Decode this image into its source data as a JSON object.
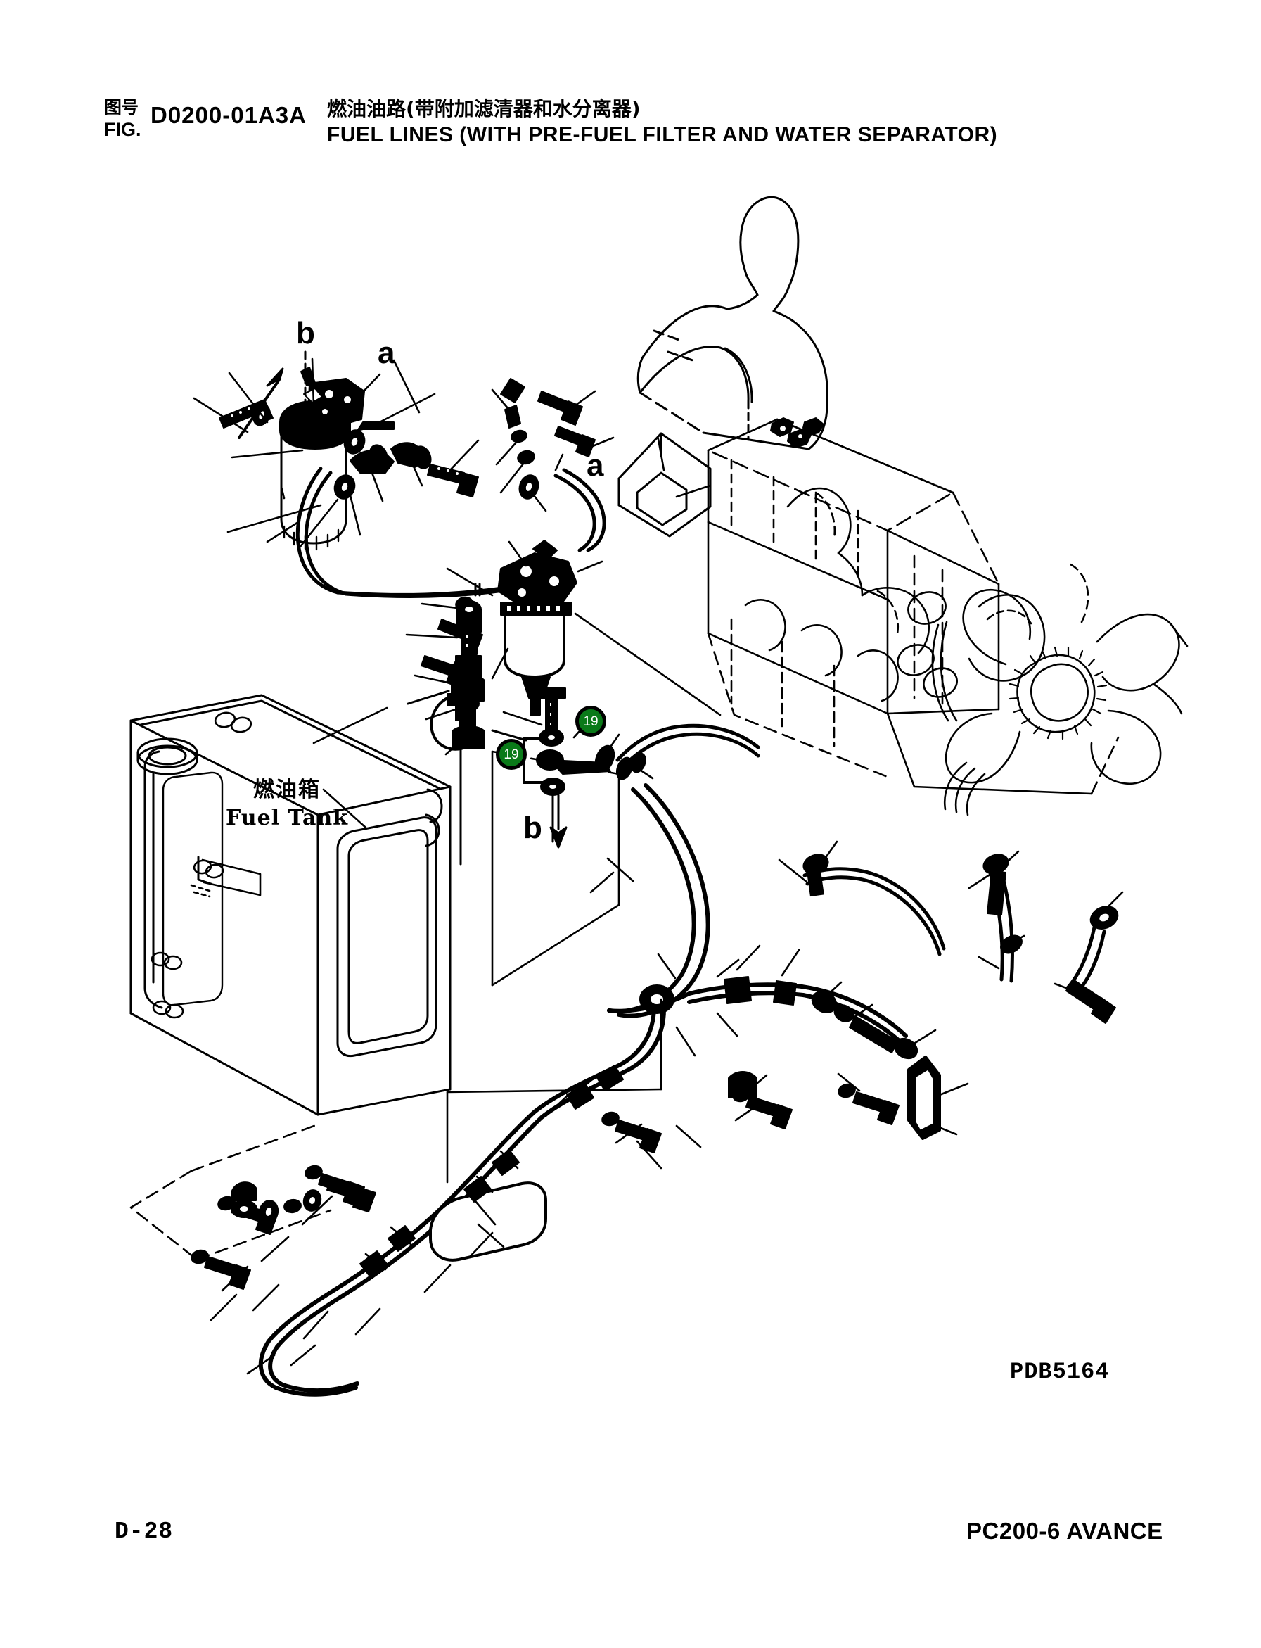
{
  "header": {
    "fig_label_cn": "图号",
    "fig_label_en": "FIG.",
    "fig_number": "D0200-01A3A",
    "title_cn": "燃油油路(带附加滤清器和水分离器)",
    "title_en": "FUEL LINES (WITH PRE-FUEL FILTER AND WATER SEPARATOR)"
  },
  "diagram": {
    "tank_label_cn": "燃油箱",
    "tank_label_en": "Fuel Tank",
    "callouts": [
      {
        "id": "b1",
        "letter": "b"
      },
      {
        "id": "a1",
        "letter": "a"
      },
      {
        "id": "a2",
        "letter": "a"
      },
      {
        "id": "b2",
        "letter": "b"
      }
    ],
    "markers": [
      {
        "id": "marker-19-a",
        "number": "19"
      },
      {
        "id": "marker-19-b",
        "number": "19"
      }
    ],
    "drawing_code": "PDB5164"
  },
  "footer": {
    "page_number": "D-28",
    "model": "PC200-6 AVANCE"
  },
  "colors": {
    "marker_green": "#0a7a19",
    "marker_ring": "#000000",
    "marker_text": "#ffffff",
    "line": "#000000",
    "background": "#ffffff"
  }
}
